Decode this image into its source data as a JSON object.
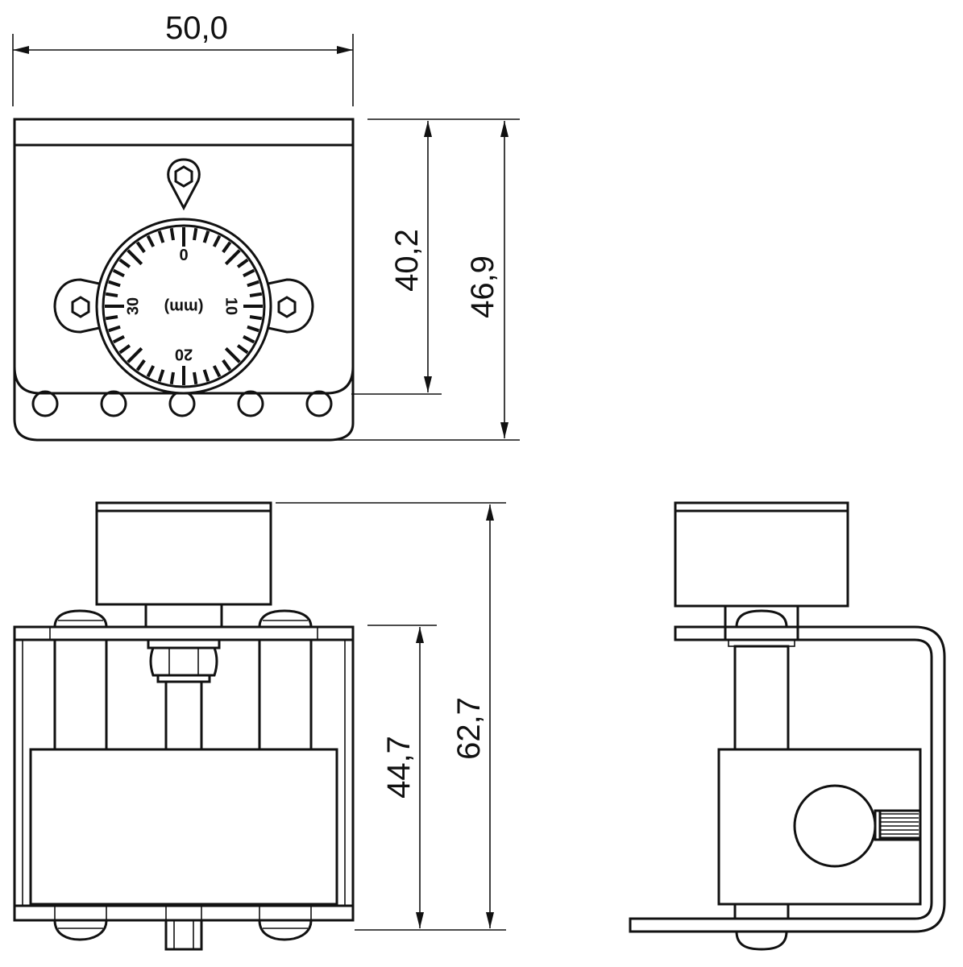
{
  "dimensions": {
    "width_top": "50,0",
    "height_inner": "40,2",
    "height_outer": "46,9",
    "height_body": "44,7",
    "height_total": "62,7"
  },
  "dial": {
    "mark_0": "0",
    "mark_10": "10",
    "mark_20": "20",
    "mark_30": "30",
    "unit": "(mm)"
  }
}
